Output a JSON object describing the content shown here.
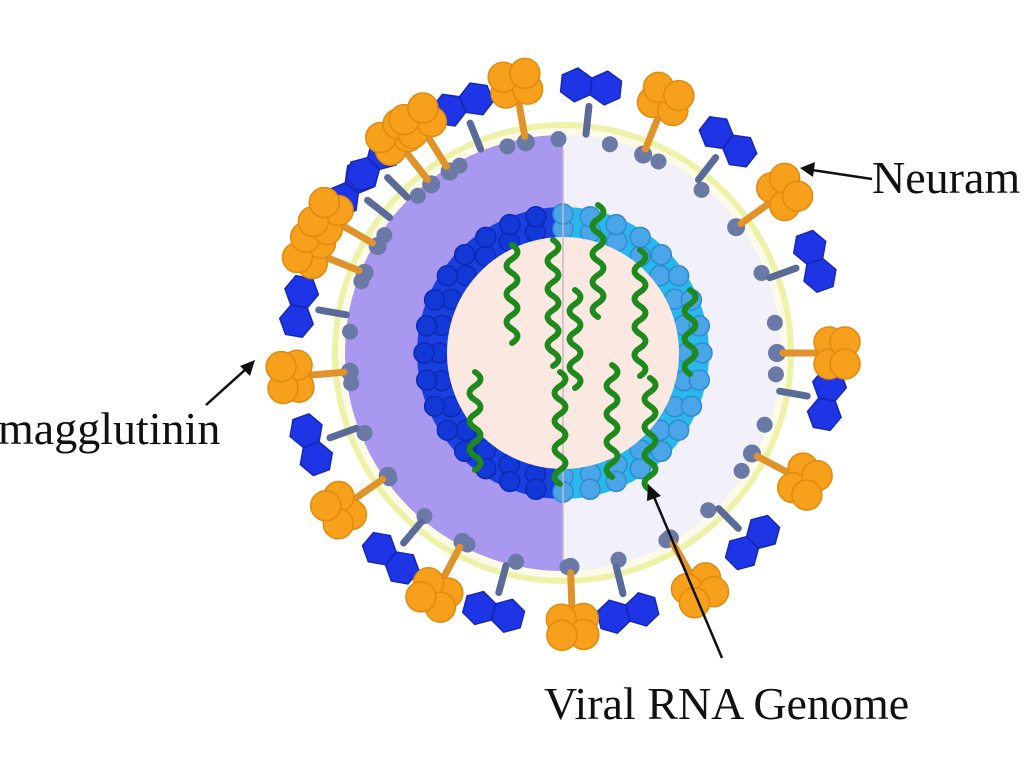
{
  "labels": {
    "neuraminidase": "Neuram",
    "hemagglutinin": "magglutinin",
    "genome": "Viral RNA Genome"
  },
  "colors": {
    "neuraminidase": "#1e35e6",
    "hemagglutinin": "#f7a01c",
    "envelope_cut": "#a898f0",
    "envelope_shell": "#f1f0fb",
    "matrix_inner": "#1840dd",
    "matrix_outer": "#29b8ec",
    "core": "#fbe9e1",
    "rna": "#1e8a1e",
    "stalk": "#5a6a9a"
  }
}
